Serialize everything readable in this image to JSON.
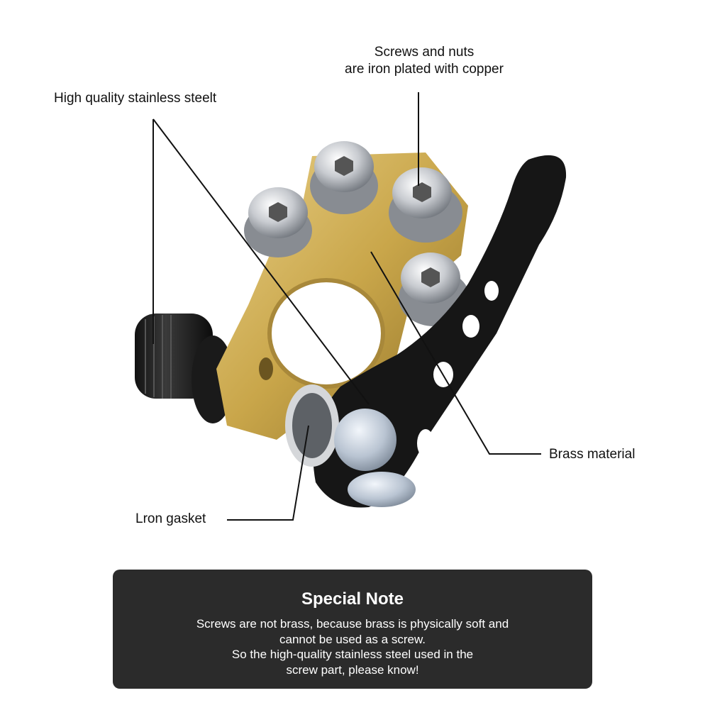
{
  "labels": {
    "screws_line1": "Screws and nuts",
    "screws_line2": "are iron plated with copper",
    "steel": "High quality stainless steelt",
    "brass": "Brass material",
    "gasket": "Lron gasket"
  },
  "note": {
    "title": "Special Note",
    "lines": [
      "Screws are not brass, because brass is physically soft and",
      "cannot be used as a screw.",
      "So the high-quality stainless steel used in the",
      "screw part, please know!"
    ]
  },
  "colors": {
    "brass": "#c9a64a",
    "lever": "#161616",
    "steel": "#c8cbd0",
    "note_bg": "#2b2b2b"
  }
}
